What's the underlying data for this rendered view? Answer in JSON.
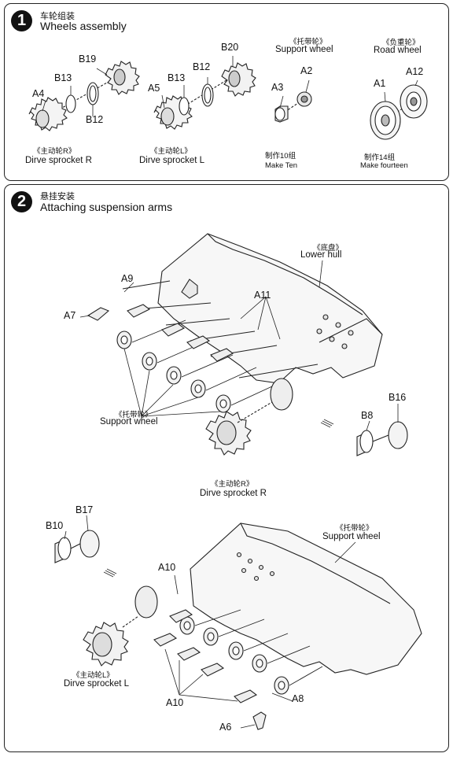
{
  "step1": {
    "number": "1",
    "title_zh": "车轮组装",
    "title_en": "Wheels assembly",
    "groups": {
      "sprocket_r": {
        "parts": [
          "A4",
          "B13",
          "B19",
          "B12"
        ],
        "caption_zh": "《主动轮R》",
        "caption_en": "Dirve sprocket R"
      },
      "sprocket_l": {
        "parts": [
          "A5",
          "B13",
          "B12",
          "B20"
        ],
        "caption_zh": "《主动轮L》",
        "caption_en": "Dirve sprocket L"
      },
      "support": {
        "header_zh": "《托带轮》",
        "header_en": "Support wheel",
        "parts": [
          "A3",
          "A2"
        ],
        "make_zh": "制作10组",
        "make_en": "Make Ten"
      },
      "road": {
        "header_zh": "《负重轮》",
        "header_en": "Road  wheel",
        "parts": [
          "A1",
          "A12"
        ],
        "make_zh": "制作14组",
        "make_en": "Make fourteen"
      }
    }
  },
  "step2": {
    "number": "2",
    "title_zh": "悬挂安装",
    "title_en": "Attaching suspension arms",
    "labels": {
      "a9": "A9",
      "a7": "A7",
      "a11": "A11",
      "hull_zh": "《底盘》",
      "hull_en": "Lower hull",
      "support1_zh": "《托带轮》",
      "support1_en": "Support wheel",
      "b8": "B8",
      "b16": "B16",
      "sprocket_r_zh": "《主动轮R》",
      "sprocket_r_en": "Dirve sprocket R",
      "b10": "B10",
      "b17": "B17",
      "support2_zh": "《托带轮》",
      "support2_en": "Support wheel",
      "a10_top": "A10",
      "a10_bottom": "A10",
      "sprocket_l_zh": "《主动轮L》",
      "sprocket_l_en": "Dirve sprocket L",
      "a8": "A8",
      "a6": "A6"
    }
  }
}
